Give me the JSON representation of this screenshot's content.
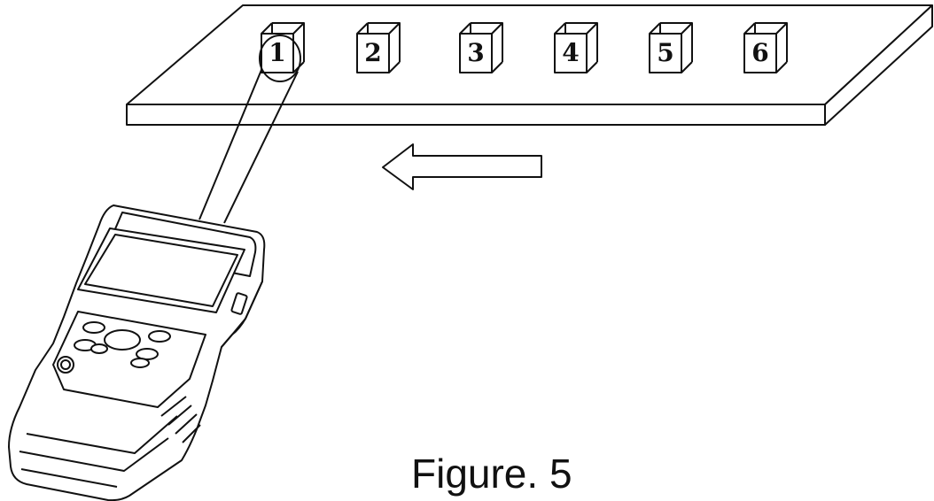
{
  "caption": "Figure. 5",
  "boxes": [
    {
      "label": "1"
    },
    {
      "label": "2"
    },
    {
      "label": "3"
    },
    {
      "label": "4"
    },
    {
      "label": "5"
    },
    {
      "label": "6"
    }
  ],
  "arrow_direction": "left",
  "colors": {
    "line": "#111111",
    "background": "#ffffff"
  }
}
